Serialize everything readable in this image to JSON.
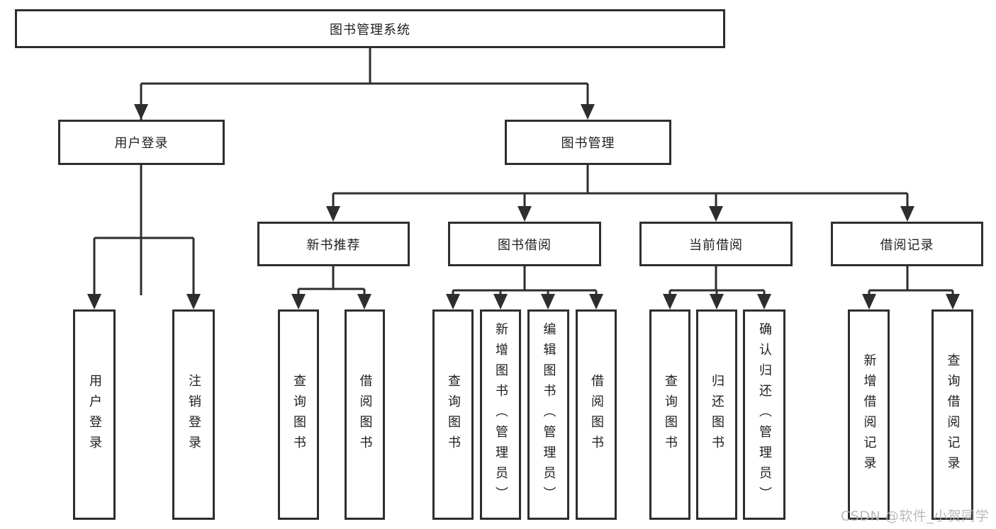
{
  "colors": {
    "line": "#2e2e2e",
    "text": "#1f1f1f",
    "background": "#ffffff",
    "watermark": "#b3b3b3"
  },
  "watermark": {
    "text": "CSDN @软件_小贺同学"
  },
  "diagram": {
    "root": {
      "label": "图书管理系统"
    },
    "branches": [
      {
        "label": "用户登录",
        "children": [
          {
            "label": "用户登录"
          },
          {
            "label": "注销登录"
          }
        ]
      },
      {
        "label": "图书管理",
        "children": [
          {
            "label": "新书推荐",
            "children": [
              {
                "label": "查询图书"
              },
              {
                "label": "借阅图书"
              }
            ]
          },
          {
            "label": "图书借阅",
            "children": [
              {
                "label": "查询图书"
              },
              {
                "label": "新增图书（管理员）"
              },
              {
                "label": "编辑图书（管理员）"
              },
              {
                "label": "借阅图书"
              }
            ]
          },
          {
            "label": "当前借阅",
            "children": [
              {
                "label": "查询图书"
              },
              {
                "label": "归还图书"
              },
              {
                "label": "确认归还（管理员）"
              }
            ]
          },
          {
            "label": "借阅记录",
            "children": [
              {
                "label": "新增借阅记录"
              },
              {
                "label": "查询借阅记录"
              }
            ]
          }
        ]
      }
    ]
  }
}
